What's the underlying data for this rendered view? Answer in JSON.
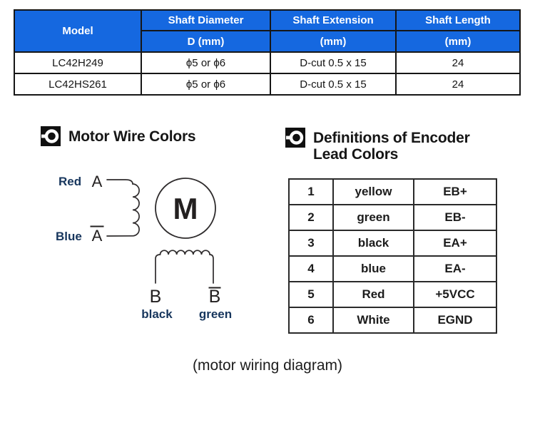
{
  "page": {
    "caption": "(motor wiring diagram)"
  },
  "colors": {
    "header-blue": "#1568e0",
    "label-navy": "#17365d",
    "border-black": "#161616"
  },
  "spec_table": {
    "columns": [
      {
        "label": "Model",
        "sub": ""
      },
      {
        "label": "Shaft Diameter",
        "sub": "D (mm)"
      },
      {
        "label": "Shaft Extension",
        "sub": "(mm)"
      },
      {
        "label": "Shaft Length",
        "sub": "(mm)"
      }
    ],
    "rows": [
      [
        "LC42H249",
        "ϕ5 or ϕ6",
        "D-cut 0.5 x 15",
        "24"
      ],
      [
        "LC42HS261",
        "ϕ5 or ϕ6",
        "D-cut 0.5 x 15",
        "24"
      ]
    ]
  },
  "motor_section": {
    "icon": "bullet-target-icon",
    "title": "Motor Wire Colors",
    "wiring": {
      "phase_a": {
        "letter": "A",
        "color_name": "Red"
      },
      "phase_a_bar": {
        "letter": "A",
        "color_name": "Blue",
        "negated": true
      },
      "motor_letter": "M",
      "phase_b": {
        "letter": "B",
        "color_name": "black"
      },
      "phase_b_bar": {
        "letter": "B",
        "color_name": "green",
        "negated": true
      }
    }
  },
  "encoder_section": {
    "icon": "bullet-target-icon",
    "title_line1": "Definitions of Encoder",
    "title_line2": "Lead Colors",
    "rows": [
      {
        "pin": "1",
        "color": "yellow",
        "signal": "EB+"
      },
      {
        "pin": "2",
        "color": "green",
        "signal": "EB-"
      },
      {
        "pin": "3",
        "color": "black",
        "signal": "EA+"
      },
      {
        "pin": "4",
        "color": "blue",
        "signal": "EA-"
      },
      {
        "pin": "5",
        "color": "Red",
        "signal": "+5VCC"
      },
      {
        "pin": "6",
        "color": "White",
        "signal": "EGND"
      }
    ]
  }
}
